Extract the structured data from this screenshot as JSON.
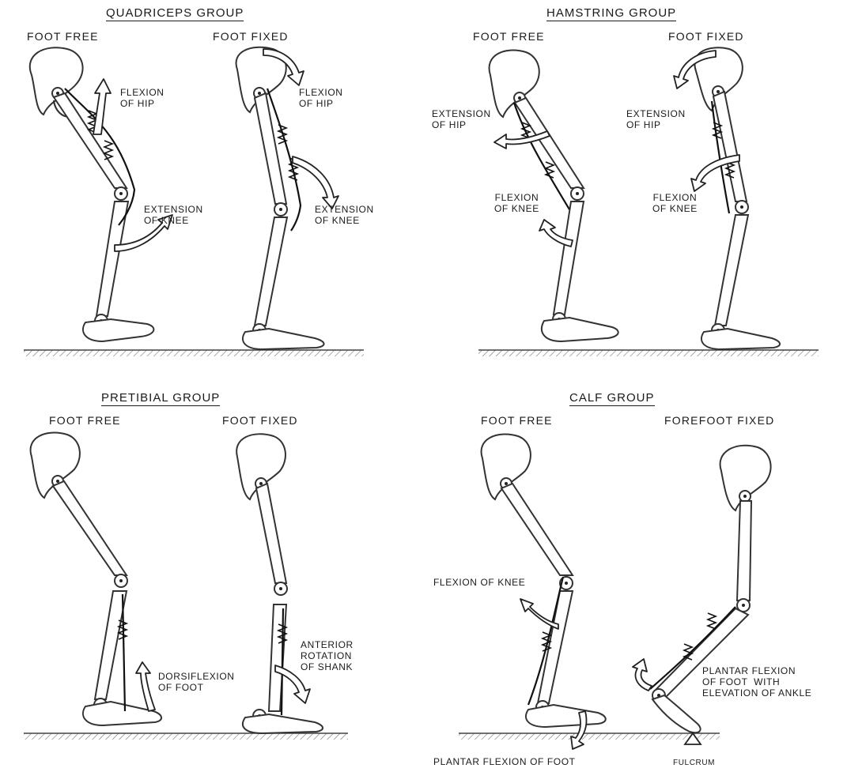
{
  "panels": {
    "quadriceps": {
      "title": "QUADRICEPS GROUP",
      "left_caption": "FOOT FREE",
      "right_caption": "FOOT FIXED",
      "labels": {
        "free_hip": "FLEXION\nOF HIP",
        "free_knee": "EXTENSION\nOF KNEE",
        "fixed_hip": "FLEXION\nOF HIP",
        "fixed_knee": "EXTENSION\nOF KNEE"
      }
    },
    "hamstring": {
      "title": "HAMSTRING GROUP",
      "left_caption": "FOOT FREE",
      "right_caption": "FOOT FIXED",
      "labels": {
        "free_hip": "EXTENSION\nOF HIP",
        "free_knee": "FLEXION\nOF KNEE",
        "fixed_hip": "EXTENSION\nOF HIP",
        "fixed_knee": "FLEXION\nOF KNEE"
      }
    },
    "pretibial": {
      "title": "PRETIBIAL GROUP",
      "left_caption": "FOOT FREE",
      "right_caption": "FOOT FIXED",
      "labels": {
        "free_foot": "DORSIFLEXION\nOF FOOT",
        "fixed_shank": "ANTERIOR\nROTATION\nOF SHANK"
      }
    },
    "calf": {
      "title": "CALF GROUP",
      "left_caption": "FOOT FREE",
      "right_caption": "FOREFOOT FIXED",
      "labels": {
        "free_knee": "FLEXION OF KNEE",
        "free_foot": "PLANTAR FLEXION OF FOOT",
        "fixed_foot": "PLANTAR FLEXION\nOF FOOT  WITH\nELEVATION OF ANKLE",
        "fulcrum": "FULCRUM"
      }
    }
  }
}
